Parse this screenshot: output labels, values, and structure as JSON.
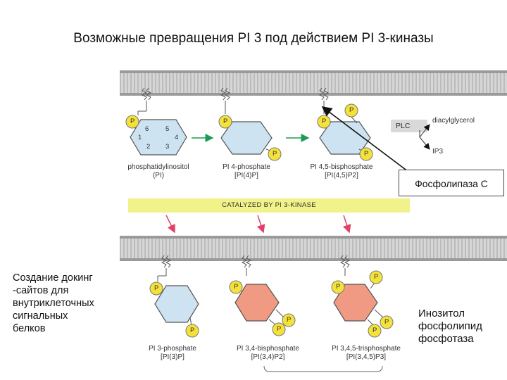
{
  "title": "Возможные превращения PI 3 под действием PI 3-киназы",
  "banner": "CATALYZED BY PI 3-KINASE",
  "phosphate_symbol": "P",
  "ring_numbers": [
    "6",
    "5",
    "4",
    "3",
    "2",
    "1"
  ],
  "top_row": [
    {
      "name": "phosphatidylinositol",
      "formula": "(PI)"
    },
    {
      "name": "PI 4-phosphate",
      "formula": "[PI(4)P]"
    },
    {
      "name": "PI 4,5-bisphosphate",
      "formula": "[PI(4,5)P2]"
    }
  ],
  "bottom_row": [
    {
      "name": "PI 3-phosphate",
      "formula": "[PI(3)P]"
    },
    {
      "name": "PI 3,4-bisphosphate",
      "formula": "[PI(3,4)P2]"
    },
    {
      "name": "PI 3,4,5-trisphosphate",
      "formula": "[PI(3,4,5)P3]"
    }
  ],
  "plc": {
    "enzyme": "PLC",
    "product1": "diacylglycerol",
    "product2": "IP3"
  },
  "callout": "Фосфолипаза С",
  "left_note": [
    "Создание докинг",
    "-сайтов для",
    "внутриклеточных",
    "сигнальных",
    "белков"
  ],
  "right_note": [
    "Инозитол",
    "фосфолипид",
    "фосфотаза"
  ],
  "colors": {
    "blue_ring": "#cde3f1",
    "red_ring": "#f09a83",
    "phosphate": "#f4e23a",
    "banner": "#f2f28a",
    "arrow_green": "#1f9a55",
    "arrow_pink": "#e0406a"
  }
}
